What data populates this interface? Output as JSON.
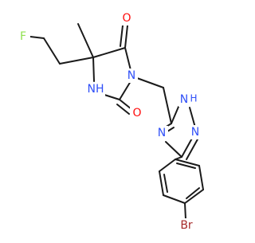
{
  "colors": {
    "bond": "#1a1a1a",
    "oxygen": "#ff0d0d",
    "nitrogen": "#3050f8",
    "fluorine": "#90e050",
    "bromine": "#a62929"
  },
  "atoms": {
    "O_top": "O",
    "O_bottom": "O",
    "F": "F",
    "N_imide": "N",
    "NH_ring": "NH",
    "N_tri_H": "N",
    "N_tri_H_suffix": "H",
    "N_tri_left": "N",
    "N_tri_right": "N",
    "Br": "Br"
  }
}
